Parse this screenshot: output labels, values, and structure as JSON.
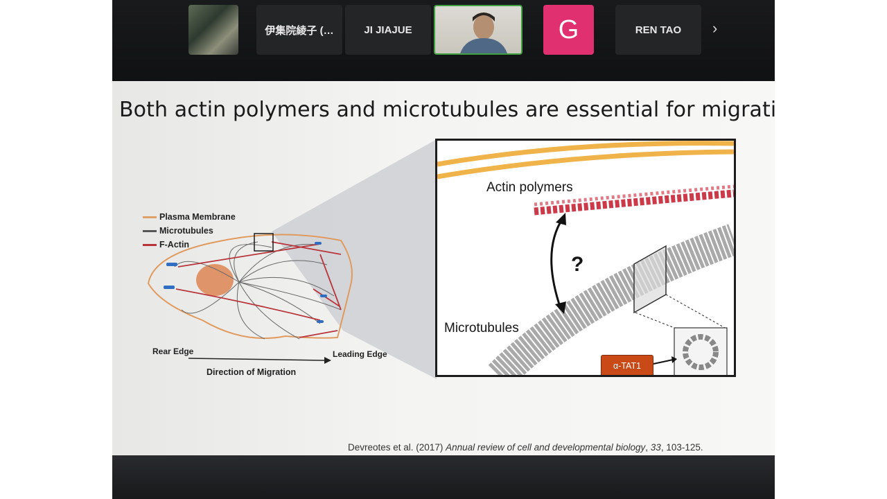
{
  "meeting": {
    "tiles": [
      {
        "type": "video",
        "name": ""
      },
      {
        "type": "name",
        "name": "伊集院綾子 (…"
      },
      {
        "type": "name",
        "name": "JI JIAJUE"
      },
      {
        "type": "video",
        "name": ""
      },
      {
        "type": "avatar",
        "name": "G"
      },
      {
        "type": "name",
        "name": "REN TAO"
      }
    ],
    "next_icon": "chevron-right-icon"
  },
  "slide": {
    "title": "Both actin polymers and microtubules are essential for migration",
    "legend": [
      {
        "label": "Plasma Membrane",
        "color": "#e0a06a"
      },
      {
        "label": "Microtubules",
        "color": "#555555"
      },
      {
        "label": "F-Actin",
        "color": "#b8343a"
      }
    ],
    "cell_labels": {
      "rear_edge": "Rear Edge",
      "leading_edge": "Leading Edge",
      "direction": "Direction of Migration"
    },
    "zoom_labels": {
      "actin": "Actin polymers",
      "microtubules": "Microtubules",
      "question": "?",
      "tat": "α-TAT1"
    },
    "citation": {
      "authors": "Devreotes et al. (2017)",
      "journal": "Annual review of cell and developmental biology",
      "volume": "33",
      "pages": ", 103-125."
    }
  }
}
